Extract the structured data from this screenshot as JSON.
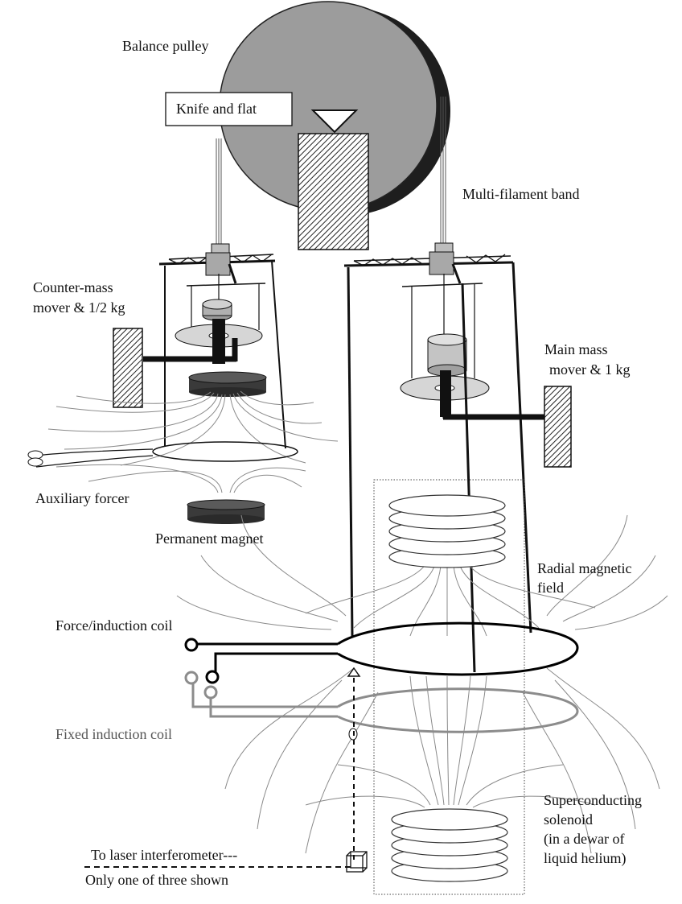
{
  "labels": {
    "balance_pulley": "Balance pulley",
    "knife_and_flat": "Knife and flat",
    "multi_filament_band": "Multi-filament band",
    "counter_mass_line1": "Counter-mass",
    "counter_mass_line2": "mover & 1/2 kg",
    "main_mass_line1": "Main mass",
    "main_mass_line2": "mover & 1 kg",
    "auxiliary_forcer": "Auxiliary forcer",
    "permanent_magnet": "Permanent magnet",
    "radial_field_line1": "Radial magnetic",
    "radial_field_line2": "field",
    "force_induction_coil": "Force/induction coil",
    "fixed_induction_coil": "Fixed induction coil",
    "solenoid_line1": "Superconducting",
    "solenoid_line2": "solenoid",
    "solenoid_line3": "(in a dewar of",
    "solenoid_line4": "liquid  helium)",
    "laser_line1": "To laser interferometer---",
    "laser_line2": "Only one of three shown"
  },
  "colors": {
    "pulley_face": "#9c9c9c",
    "pulley_rim": "#1e1e1e",
    "magnet": "#3a3a3a",
    "force_coil": "#000000",
    "fixed_coil": "#8c8c8c",
    "field_lines": "#8a8a8a"
  }
}
